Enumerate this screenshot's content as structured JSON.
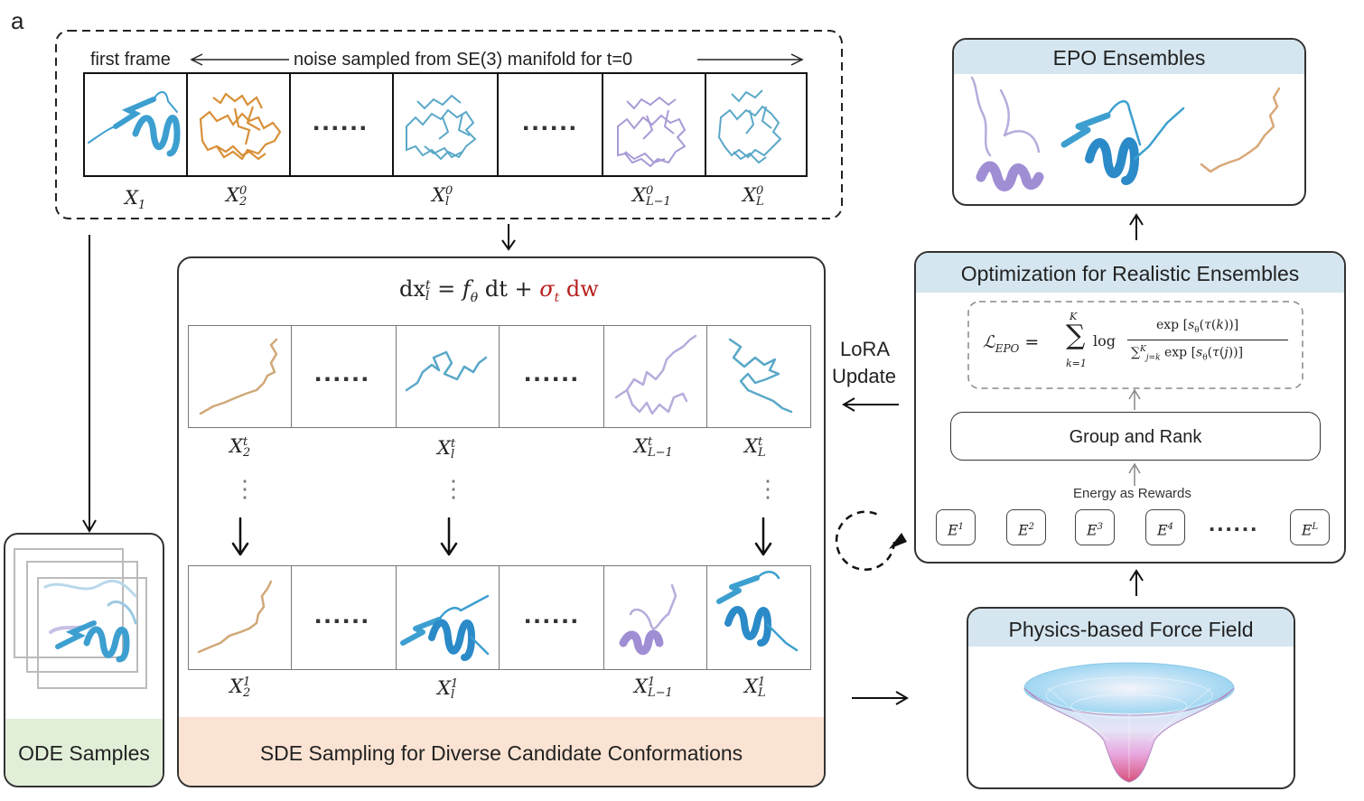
{
  "panel_letter": "a",
  "top": {
    "first_frame": "first frame",
    "noise_label": "noise sampled from SE(3) manifold for t=0",
    "dots": "......",
    "labels": {
      "x1": {
        "base": "X",
        "sub": "1",
        "sup": ""
      },
      "x2": {
        "base": "X",
        "sub": "2",
        "sup": "0"
      },
      "xl": {
        "base": "X",
        "sub": "l",
        "sup": "0"
      },
      "xL1": {
        "base": "X",
        "sub": "L−1",
        "sup": "0"
      },
      "xL": {
        "base": "X",
        "sub": "L",
        "sup": "0"
      }
    }
  },
  "sde": {
    "equation_main": "dx",
    "equation_sup": "t",
    "equation_sub": "l",
    "equation_rest": " = f",
    "equation_theta": "θ",
    "equation_dt": " dt + ",
    "equation_sigma": "σ",
    "equation_sigma_sub": "t",
    "equation_dw": " dw",
    "footer": "SDE Sampling for Diverse Candidate Conformations",
    "dots": "......",
    "vdots": "⋮",
    "row_t_labels": {
      "x2": {
        "base": "X",
        "sub": "2",
        "sup": "t"
      },
      "xl": {
        "base": "X",
        "sub": "l",
        "sup": "t"
      },
      "xL1": {
        "base": "X",
        "sub": "L−1",
        "sup": "t"
      },
      "xL": {
        "base": "X",
        "sub": "L",
        "sup": "t"
      }
    },
    "row_1_labels": {
      "x2": {
        "base": "X",
        "sub": "2",
        "sup": "1"
      },
      "xl": {
        "base": "X",
        "sub": "l",
        "sup": "1"
      },
      "xL1": {
        "base": "X",
        "sub": "L−1",
        "sup": "1"
      },
      "xL": {
        "base": "X",
        "sub": "L",
        "sup": "1"
      }
    }
  },
  "ode": {
    "footer": "ODE Samples"
  },
  "lora": {
    "line1": "LoRA",
    "line2": "Update"
  },
  "epo": {
    "title": "EPO Ensembles"
  },
  "optim": {
    "title": "Optimization for Realistic Ensembles",
    "loss_lhs": "ℒ",
    "loss_sub": "EPO",
    "group_rank": "Group and Rank",
    "energy_rewards": "Energy as Rewards",
    "energies": [
      "1",
      "2",
      "3",
      "4"
    ],
    "energy_last": "L",
    "energy_base": "E",
    "dots": "......"
  },
  "force": {
    "title": "Physics-based Force Field"
  },
  "colors": {
    "blue": "#3d9fd0",
    "orange": "#d89038",
    "purple": "#a99ad6",
    "tan": "#d0a878",
    "header_blue": "#d5e6f0",
    "header_green": "#e2efd8",
    "header_peach": "#fbe3d3",
    "red_math": "#b82020"
  }
}
